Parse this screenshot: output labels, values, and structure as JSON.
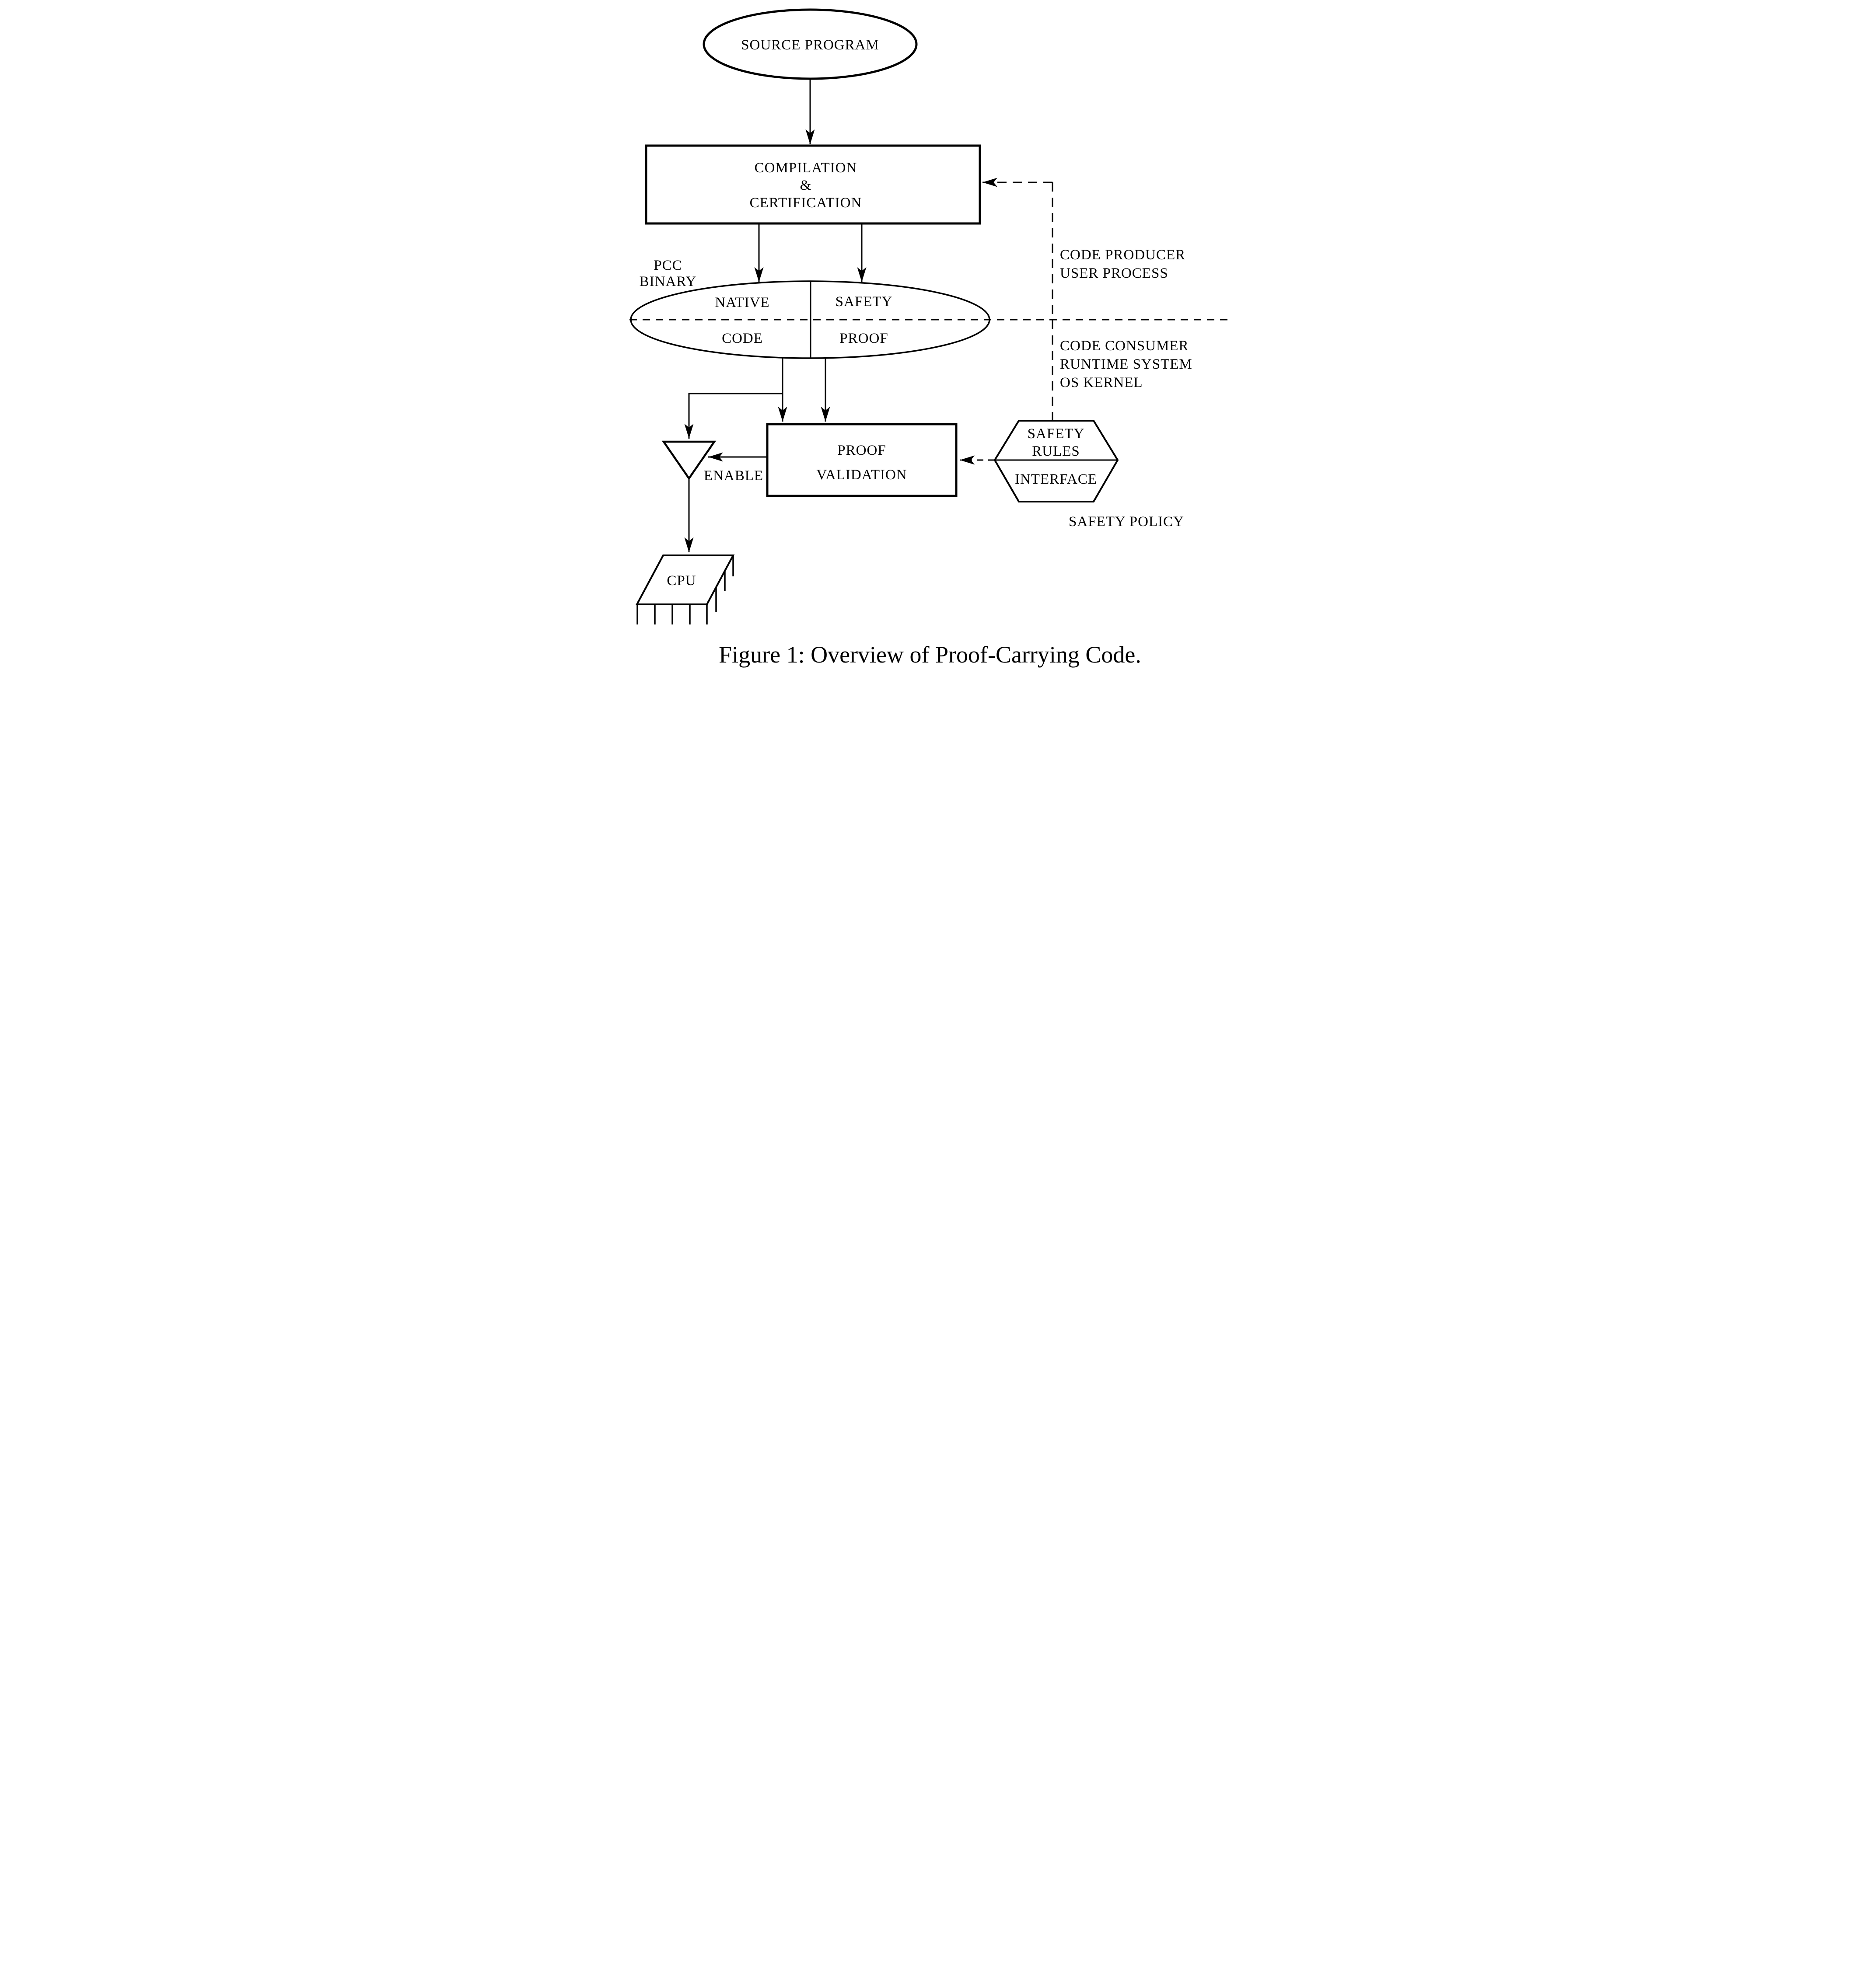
{
  "figure": {
    "caption": "Figure 1: Overview of Proof-Carrying Code.",
    "colors": {
      "ink": "#000000",
      "background": "#ffffff"
    },
    "nodes": {
      "source_program": {
        "shape": "ellipse",
        "label": "SOURCE  PROGRAM"
      },
      "compilation": {
        "shape": "rectangle",
        "line1": "COMPILATION",
        "line2": "&",
        "line3": "CERTIFICATION"
      },
      "pcc_binary_label": {
        "line1": "PCC",
        "line2": "BINARY"
      },
      "pcc_binary_ellipse": {
        "shape": "ellipse",
        "top_left": "NATIVE",
        "bottom_left": "CODE",
        "top_right": "SAFETY",
        "bottom_right": "PROOF"
      },
      "proof_validation": {
        "shape": "rectangle",
        "line1": "PROOF",
        "line2": "VALIDATION"
      },
      "enable_gate": {
        "shape": "triangle-buffer"
      },
      "cpu": {
        "shape": "chip",
        "label": "CPU"
      },
      "safety_rules_interface": {
        "shape": "hexagon",
        "line1": "SAFETY",
        "line2": "RULES",
        "line3": "INTERFACE"
      },
      "safety_policy_label": "SAFETY POLICY"
    },
    "edges": {
      "enable_label": "ENABLE"
    },
    "regions": {
      "producer": {
        "line1": "CODE PRODUCER",
        "line2": "USER PROCESS"
      },
      "consumer": {
        "line1": "CODE CONSUMER",
        "line2": "RUNTIME SYSTEM",
        "line3": "OS KERNEL"
      }
    }
  }
}
